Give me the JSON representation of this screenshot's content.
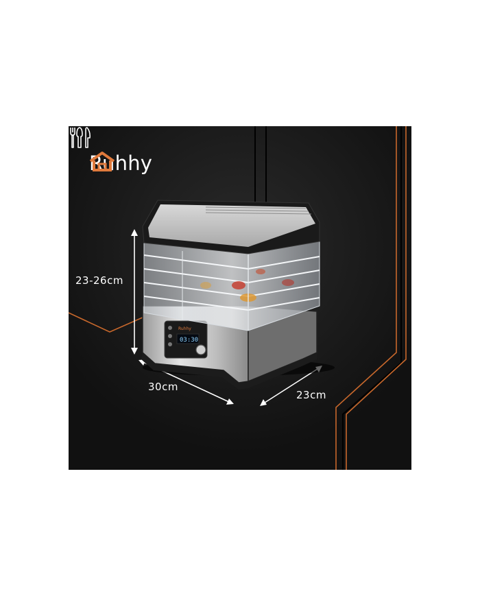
{
  "brand": {
    "name": "Ruhhy",
    "logo_icon": "house-icon",
    "accent_color": "#e07a3c"
  },
  "dimensions": {
    "height": "23-26cm",
    "width": "30cm",
    "depth": "23cm"
  },
  "product": {
    "display_text": "03:30",
    "label": "Ruhhy"
  },
  "icons": {
    "cutlery": "fork-knife-icon"
  },
  "colors": {
    "background": "#141414",
    "accent_line": "#c8682c",
    "text": "#ffffff"
  }
}
